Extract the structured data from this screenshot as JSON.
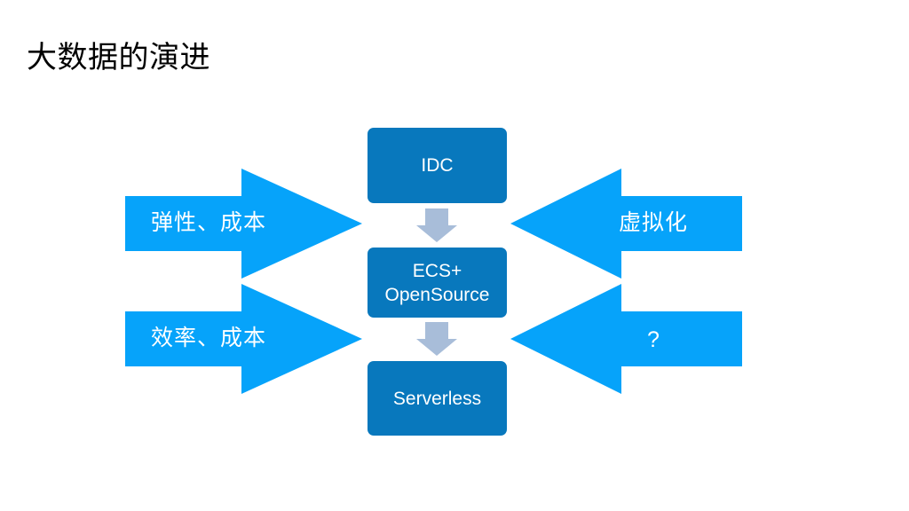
{
  "slide": {
    "title": "大数据的演进",
    "background_color": "#ffffff"
  },
  "palette": {
    "box_blue": "#0878bd",
    "arrow_blue": "#06a3fa",
    "flow_arrow_gray": "#a8bdd9",
    "text_white": "#ffffff",
    "title_black": "#000000"
  },
  "diagram": {
    "stages": [
      {
        "label": "IDC"
      },
      {
        "label": "ECS+\nOpenSource"
      },
      {
        "label": "Serverless"
      }
    ],
    "flow_arrows": [
      {
        "name": "idc-to-ecs",
        "direction": "down"
      },
      {
        "name": "ecs-to-serverless",
        "direction": "down"
      }
    ],
    "drivers_left": [
      {
        "label": "弹性、成本",
        "direction": "right"
      },
      {
        "label": "效率、成本",
        "direction": "right"
      }
    ],
    "drivers_right": [
      {
        "label": "虚拟化",
        "direction": "left"
      },
      {
        "label": "?",
        "direction": "left"
      }
    ]
  }
}
